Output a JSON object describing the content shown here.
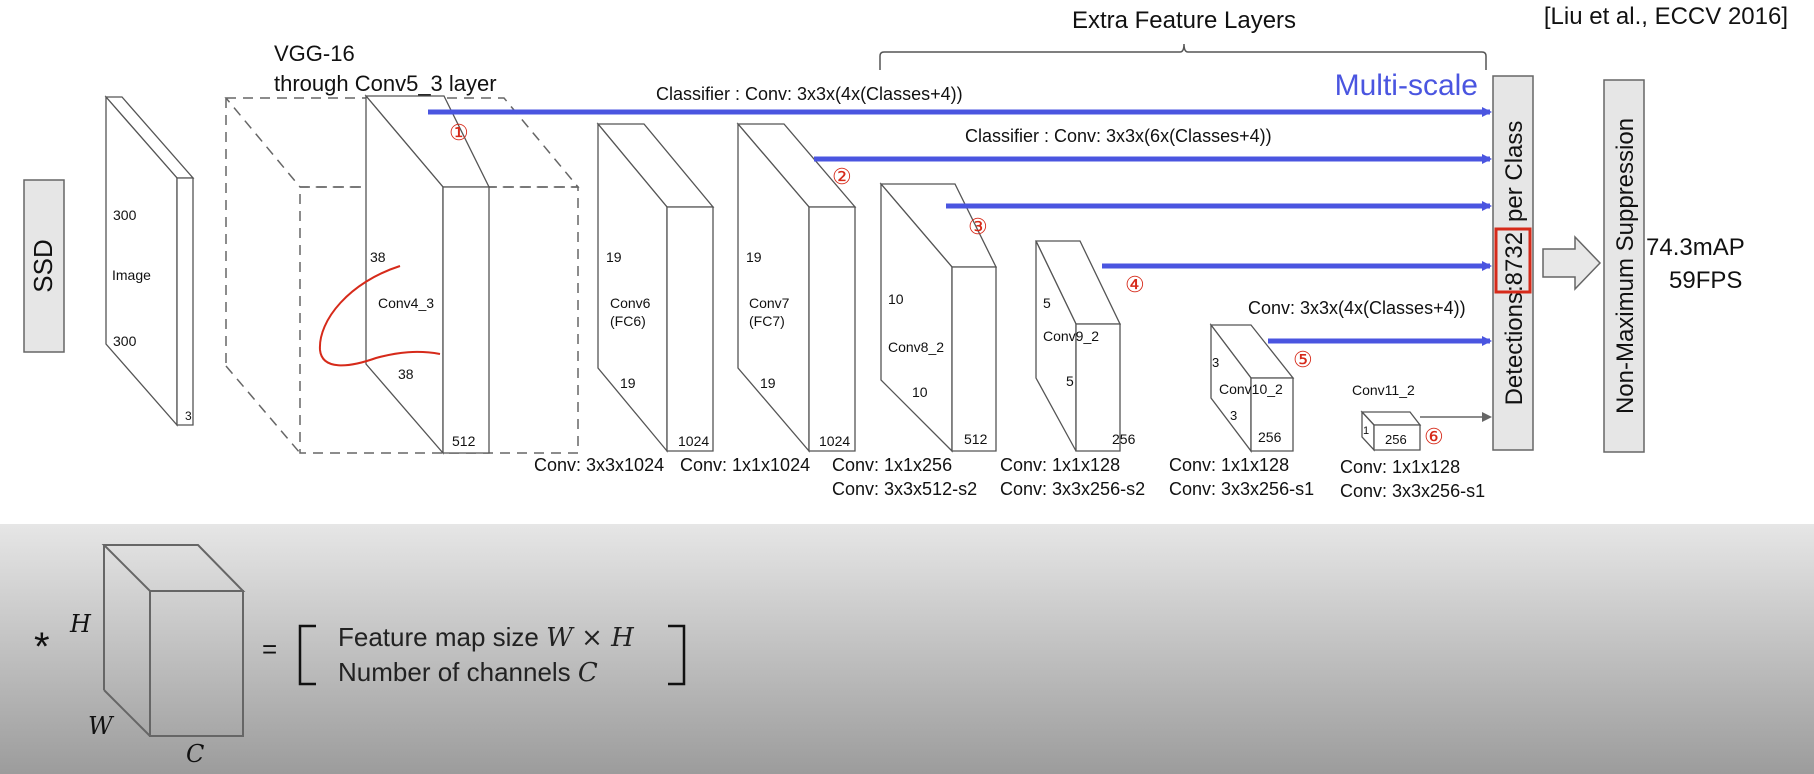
{
  "citation": "[Liu et al., ECCV 2016]",
  "extra_title": "Extra Feature Layers",
  "multiscale": "Multi-scale",
  "vgg_line1": "VGG-16",
  "vgg_line2": "through Conv5_3 layer",
  "ssd": "SSD",
  "image": {
    "label": "Image",
    "w": "300",
    "h": "300",
    "c": "3"
  },
  "conv4": {
    "label": "Conv4_3",
    "w": "38",
    "h": "38",
    "c": "512"
  },
  "conv6": {
    "label1": "Conv6",
    "label2": "(FC6)",
    "w": "19",
    "h": "19",
    "c": "1024"
  },
  "conv7": {
    "label1": "Conv7",
    "label2": "(FC7)",
    "w": "19",
    "h": "19",
    "c": "1024"
  },
  "conv8": {
    "label": "Conv8_2",
    "w": "10",
    "h": "10",
    "c": "512"
  },
  "conv9": {
    "label": "Conv9_2",
    "w": "5",
    "h": "5",
    "c": "256"
  },
  "conv10": {
    "label": "Conv10_2",
    "w": "3",
    "h": "3",
    "c": "256"
  },
  "conv11": {
    "label": "Conv11_2",
    "w": "1",
    "c": "256"
  },
  "classifier1": "Classifier : Conv: 3x3x(4x(Classes+4))",
  "classifier2": "Classifier : Conv: 3x3x(6x(Classes+4))",
  "classifier3": "Conv: 3x3x(4x(Classes+4))",
  "markers": [
    "①",
    "②",
    "③",
    "④",
    "⑤",
    "⑥"
  ],
  "conv_labels": {
    "c6": "Conv: 3x3x1024",
    "c7": "Conv: 1x1x1024",
    "c8a": "Conv: 1x1x256",
    "c8b": "Conv:  3x3x512-s2",
    "c9a": "Conv: 1x1x128",
    "c9b": "Conv: 3x3x256-s2",
    "c10a": "Conv: 1x1x128",
    "c10b": "Conv: 3x3x256-s1",
    "c11a": "Conv: 1x1x128",
    "c11b": "Conv: 3x3x256-s1"
  },
  "detections": {
    "pre": "Detections:",
    "num": "8732",
    "post": "per Class"
  },
  "nms": "Non-Maximum Suppression",
  "result1": "74.3mAP",
  "result2": "59FPS",
  "legend": {
    "star": "*",
    "H": "H",
    "W": "W",
    "C": "C",
    "equals": "=",
    "line1_prefix": "Feature map size ",
    "line1_var": "W × H",
    "line2_prefix": "Number of channels ",
    "line2_var": "C"
  },
  "colors": {
    "arrow": "#4a55e0",
    "marker": "#d62a1a",
    "scribble": "#d62a1a",
    "box_fill": "#e6e6e6"
  }
}
